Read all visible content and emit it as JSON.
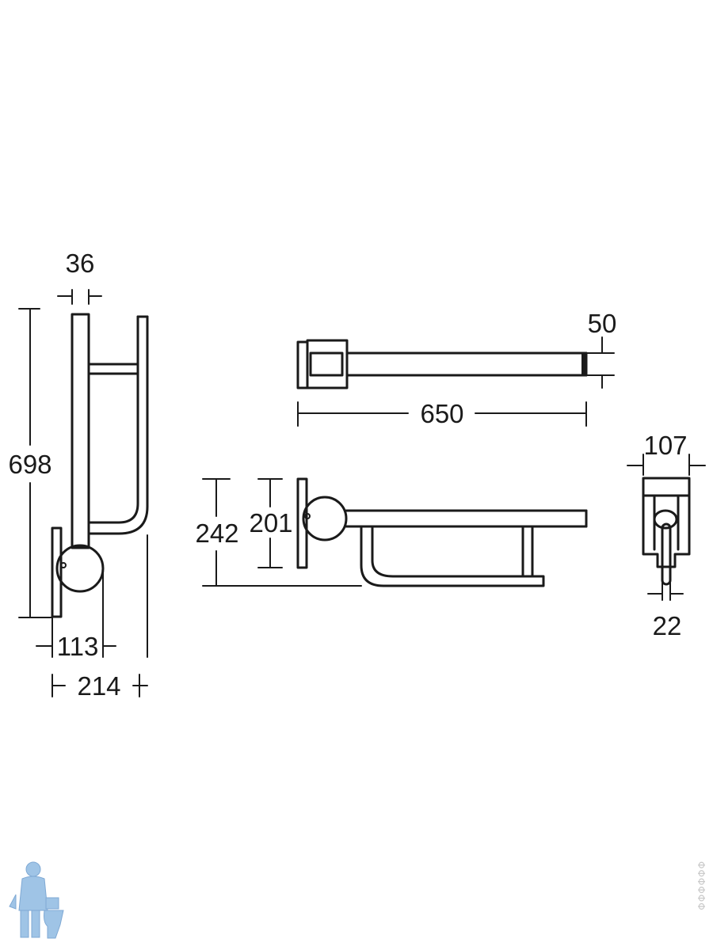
{
  "dimensions": {
    "width_36": "36",
    "height_698": "698",
    "depth_113": "113",
    "depth_214": "214",
    "length_650": "650",
    "diameter_50": "50",
    "height_242": "242",
    "height_201": "201",
    "width_107": "107",
    "width_22": "22"
  },
  "watermark": {
    "text": "ΦΦΦΦΦΦ"
  },
  "colors": {
    "line": "#1a1a1a",
    "logo_blue": "#9fc4e6"
  },
  "icons": {
    "logo": "plumber-with-toilet-logo"
  }
}
